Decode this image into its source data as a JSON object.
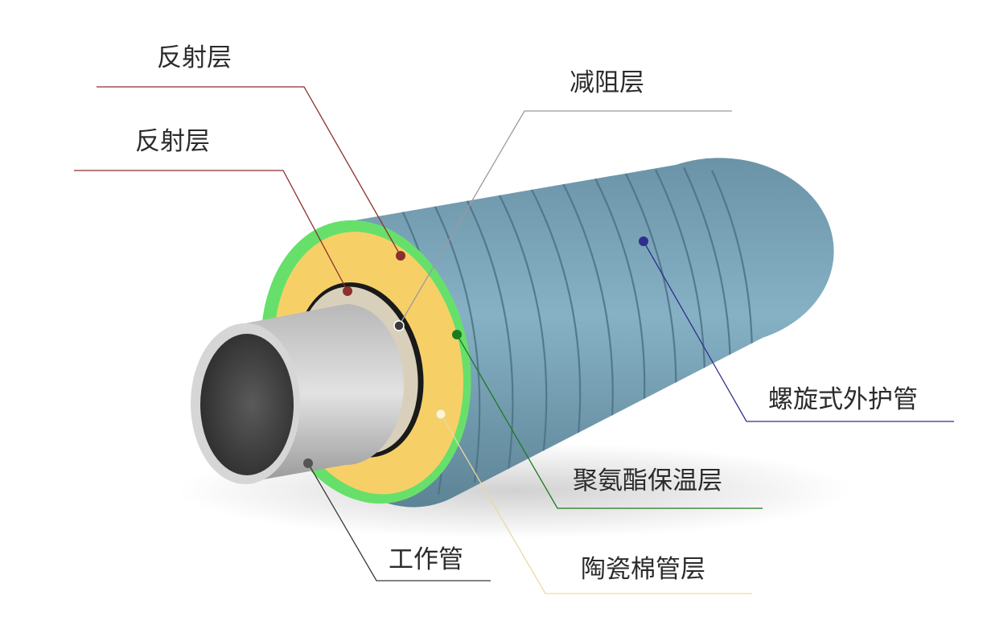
{
  "labels": {
    "reflect_outer": "反射层",
    "reflect_inner": "反射层",
    "friction_reduce": "减阻层",
    "spiral_casing": "螺旋式外护管",
    "pu_insulation": "聚氨酯保温层",
    "working_pipe": "工作管",
    "ceramic_fiber": "陶瓷棉管层"
  },
  "colors": {
    "background": "#ffffff",
    "label_text": "#2b2b2b",
    "leader_reflect": "#8b2f2f",
    "leader_friction": "#9a9a9a",
    "leader_casing": "#2d2f8c",
    "leader_insulation": "#1e7a1e",
    "leader_working": "#3a3a3a",
    "leader_ceramic": "#e9d9a0",
    "casing_fill": "#7fa9bd",
    "casing_stripe": "#4c7185",
    "green_ring": "#66e06b",
    "insulation_fill": "#f6d067",
    "pipe_steel": "#c9c9c9",
    "pipe_inner": "#3c3c3c"
  }
}
